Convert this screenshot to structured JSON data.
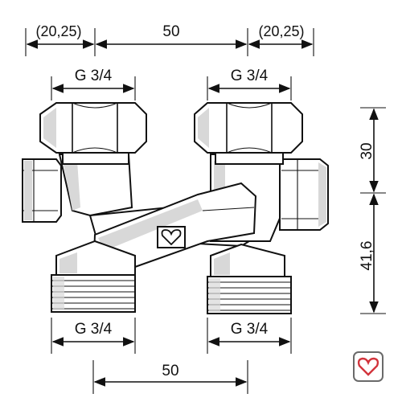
{
  "dimensions": {
    "top_left_offset": "(20,25)",
    "top_center": "50",
    "top_right_offset": "(20,25)",
    "top_left_thread": "G 3/4",
    "top_right_thread": "G 3/4",
    "bottom_left_thread": "G 3/4",
    "bottom_right_thread": "G 3/4",
    "bottom_center": "50",
    "right_upper": "30",
    "right_lower": "41,6"
  },
  "icons": {
    "brand_logo": "heart-in-rounded-square-icon",
    "body_logo": "heart-in-square-icon"
  },
  "colors": {
    "line": "#111111",
    "logo_heart": "#d2343c",
    "shade": "#d8d8d8"
  }
}
